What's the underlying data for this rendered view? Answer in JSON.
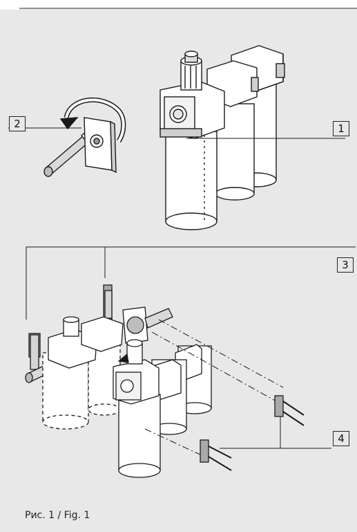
{
  "callouts": [
    "1",
    "2",
    "3",
    "4"
  ],
  "caption": "Рис. 1 / Fig. 1",
  "colors": {
    "panel": "#e8e8e8",
    "line": "#1a1a1a",
    "part": "#ffffff",
    "shade": "#cfcfcf",
    "bracket": "#a9a9a9"
  }
}
